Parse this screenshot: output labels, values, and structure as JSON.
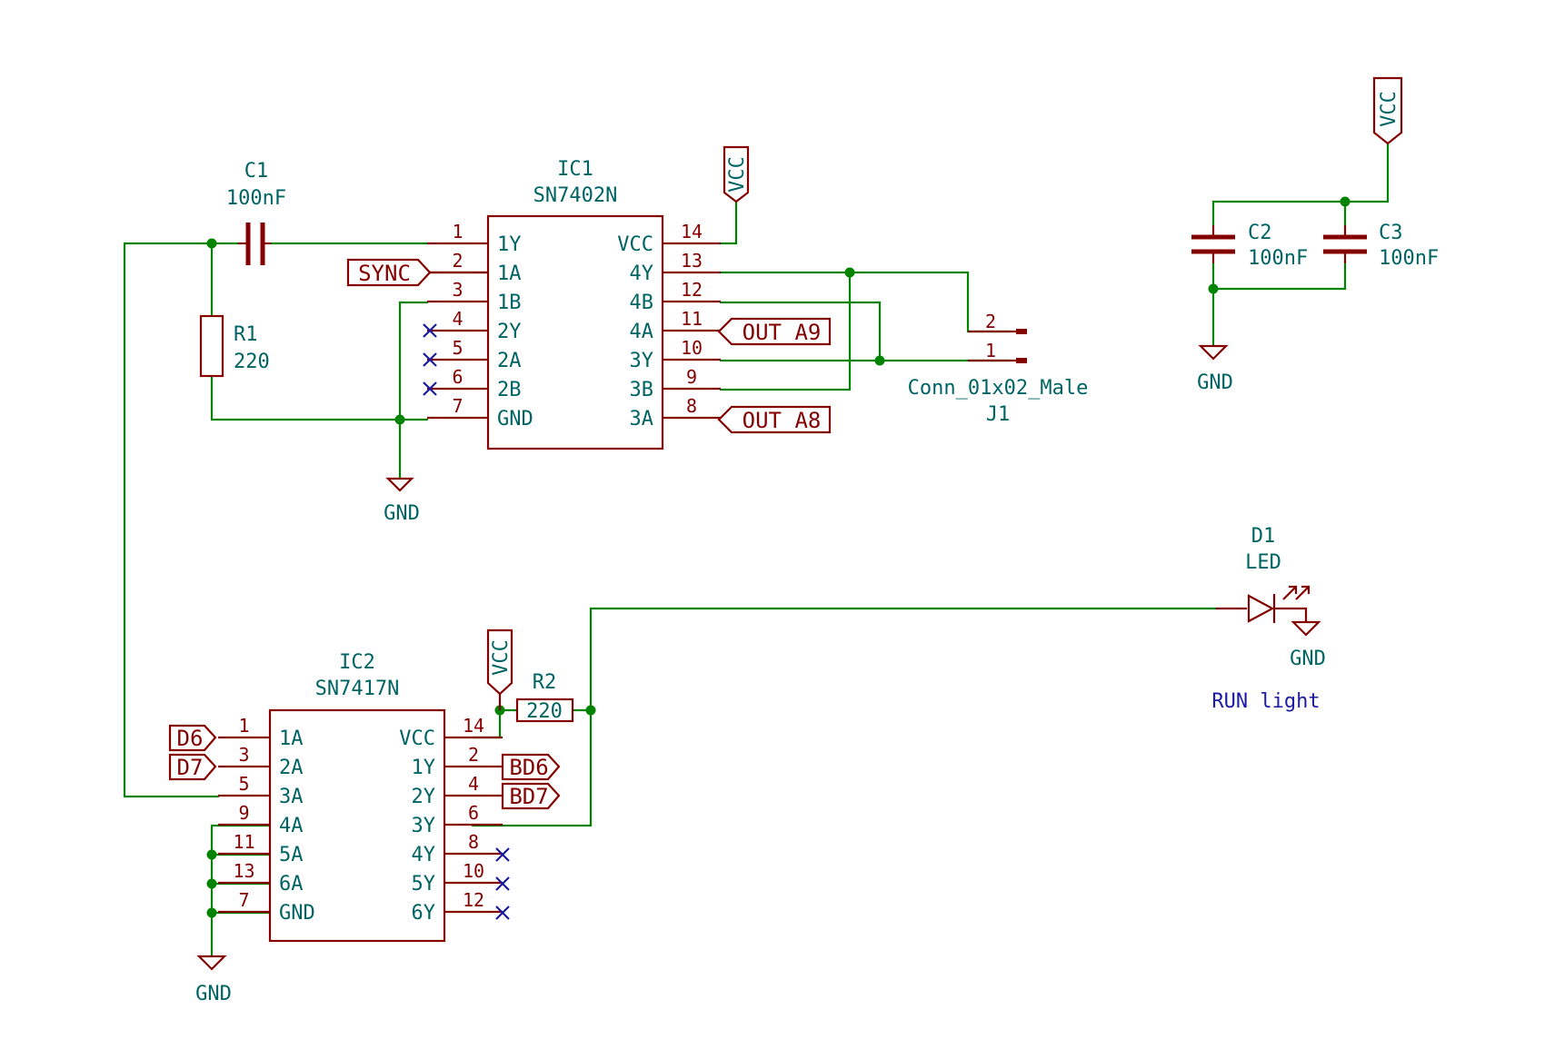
{
  "colors": {
    "wire": "#008400",
    "component": "#840000",
    "text": "#006464",
    "no_connect": "#1a1a9e",
    "note": "#1a1aa6"
  },
  "ic1": {
    "ref": "IC1",
    "value": "SN7402N",
    "left_pins": [
      {
        "num": "1",
        "name": "1Y"
      },
      {
        "num": "2",
        "name": "1A"
      },
      {
        "num": "3",
        "name": "1B"
      },
      {
        "num": "4",
        "name": "2Y"
      },
      {
        "num": "5",
        "name": "2A"
      },
      {
        "num": "6",
        "name": "2B"
      },
      {
        "num": "7",
        "name": "GND"
      }
    ],
    "right_pins": [
      {
        "num": "14",
        "name": "VCC"
      },
      {
        "num": "13",
        "name": "4Y"
      },
      {
        "num": "12",
        "name": "4B"
      },
      {
        "num": "11",
        "name": "4A"
      },
      {
        "num": "10",
        "name": "3Y"
      },
      {
        "num": "9",
        "name": "3B"
      },
      {
        "num": "8",
        "name": "3A"
      }
    ]
  },
  "ic2": {
    "ref": "IC2",
    "value": "SN7417N",
    "left_pins": [
      {
        "num": "1",
        "name": "1A"
      },
      {
        "num": "3",
        "name": "2A"
      },
      {
        "num": "5",
        "name": "3A"
      },
      {
        "num": "9",
        "name": "4A"
      },
      {
        "num": "11",
        "name": "5A"
      },
      {
        "num": "13",
        "name": "6A"
      },
      {
        "num": "7",
        "name": "GND"
      }
    ],
    "right_pins": [
      {
        "num": "14",
        "name": "VCC"
      },
      {
        "num": "2",
        "name": "1Y"
      },
      {
        "num": "4",
        "name": "2Y"
      },
      {
        "num": "6",
        "name": "3Y"
      },
      {
        "num": "8",
        "name": "4Y"
      },
      {
        "num": "10",
        "name": "5Y"
      },
      {
        "num": "12",
        "name": "6Y"
      }
    ]
  },
  "c1": {
    "ref": "C1",
    "value": "100nF"
  },
  "c2": {
    "ref": "C2",
    "value": "100nF"
  },
  "c3": {
    "ref": "C3",
    "value": "100nF"
  },
  "r1": {
    "ref": "R1",
    "value": "220"
  },
  "r2": {
    "ref": "R2",
    "value": "220"
  },
  "d1": {
    "ref": "D1",
    "value": "LED",
    "note": "RUN light"
  },
  "j1": {
    "ref": "J1",
    "value": "Conn_01x02_Male",
    "pins": [
      "2",
      "1"
    ]
  },
  "labels": {
    "sync": "SYNC",
    "out_a9": "OUT_A9",
    "out_a8": "OUT_A8",
    "d6": "D6",
    "d7": "D7",
    "bd6": "BD6",
    "bd7": "BD7"
  },
  "power": {
    "vcc": "VCC",
    "gnd": "GND"
  }
}
